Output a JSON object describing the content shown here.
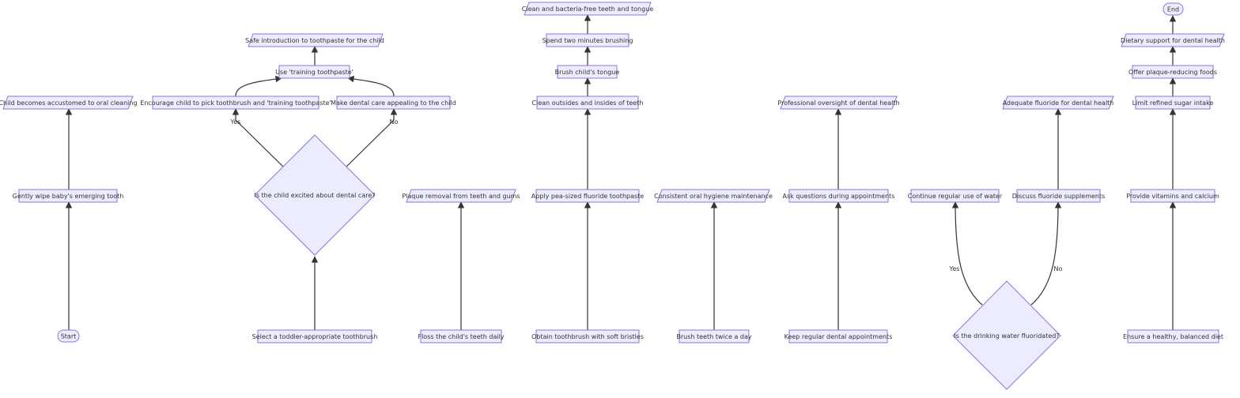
{
  "colors": {
    "node_fill": "#ECECFF",
    "node_stroke": "#9370DB",
    "edge": "#333333",
    "text": "#333333",
    "background": "#FFFFFF"
  },
  "nodes": {
    "start": "Start",
    "wipe": "Gently wipe baby's emerging tooth",
    "accustomed": "Child becomes accustomed to oral cleaning",
    "select": "Select a toddler-appropriate toothbrush",
    "excited": "Is the child excited about dental care?",
    "encourage": "Encourage child to pick toothbrush and 'training toothpaste'",
    "appealing": "Make dental care appealing to the child",
    "training": "Use 'training toothpaste'",
    "safe_intro": "Safe introduction to toothpaste for the child",
    "floss": "Floss the child's teeth daily",
    "plaque_removal": "Plaque removal from teeth and gums",
    "obtain": "Obtain toothbrush with soft bristles",
    "pea": "Apply pea-sized fluoride toothpaste",
    "clean_sides": "Clean outsides and insides of teeth",
    "tongue": "Brush child's tongue",
    "two_minutes": "Spend two minutes brushing",
    "clean_result": "Clean and bacteria-free teeth and tongue",
    "brush_twice": "Brush teeth twice a day",
    "consistent": "Consistent oral hygiene maintenance",
    "appointments": "Keep regular dental appointments",
    "questions": "Ask questions during appointments",
    "oversight": "Professional oversight of dental health",
    "fluoridated": "Is the drinking water fluoridated?",
    "continue_water": "Continue regular use of water",
    "supplements": "Discuss fluoride supplements",
    "adequate": "Adequate fluoride for dental health",
    "diet": "Ensure a healthy, balanced diet",
    "vitamins": "Provide vitamins and calcium",
    "sugar": "Limit refined sugar intake",
    "plaque_foods": "Offer plaque-reducing foods",
    "dietary": "Dietary support for dental health",
    "end": "End"
  },
  "edge_labels": {
    "yes": "Yes",
    "no": "No"
  }
}
